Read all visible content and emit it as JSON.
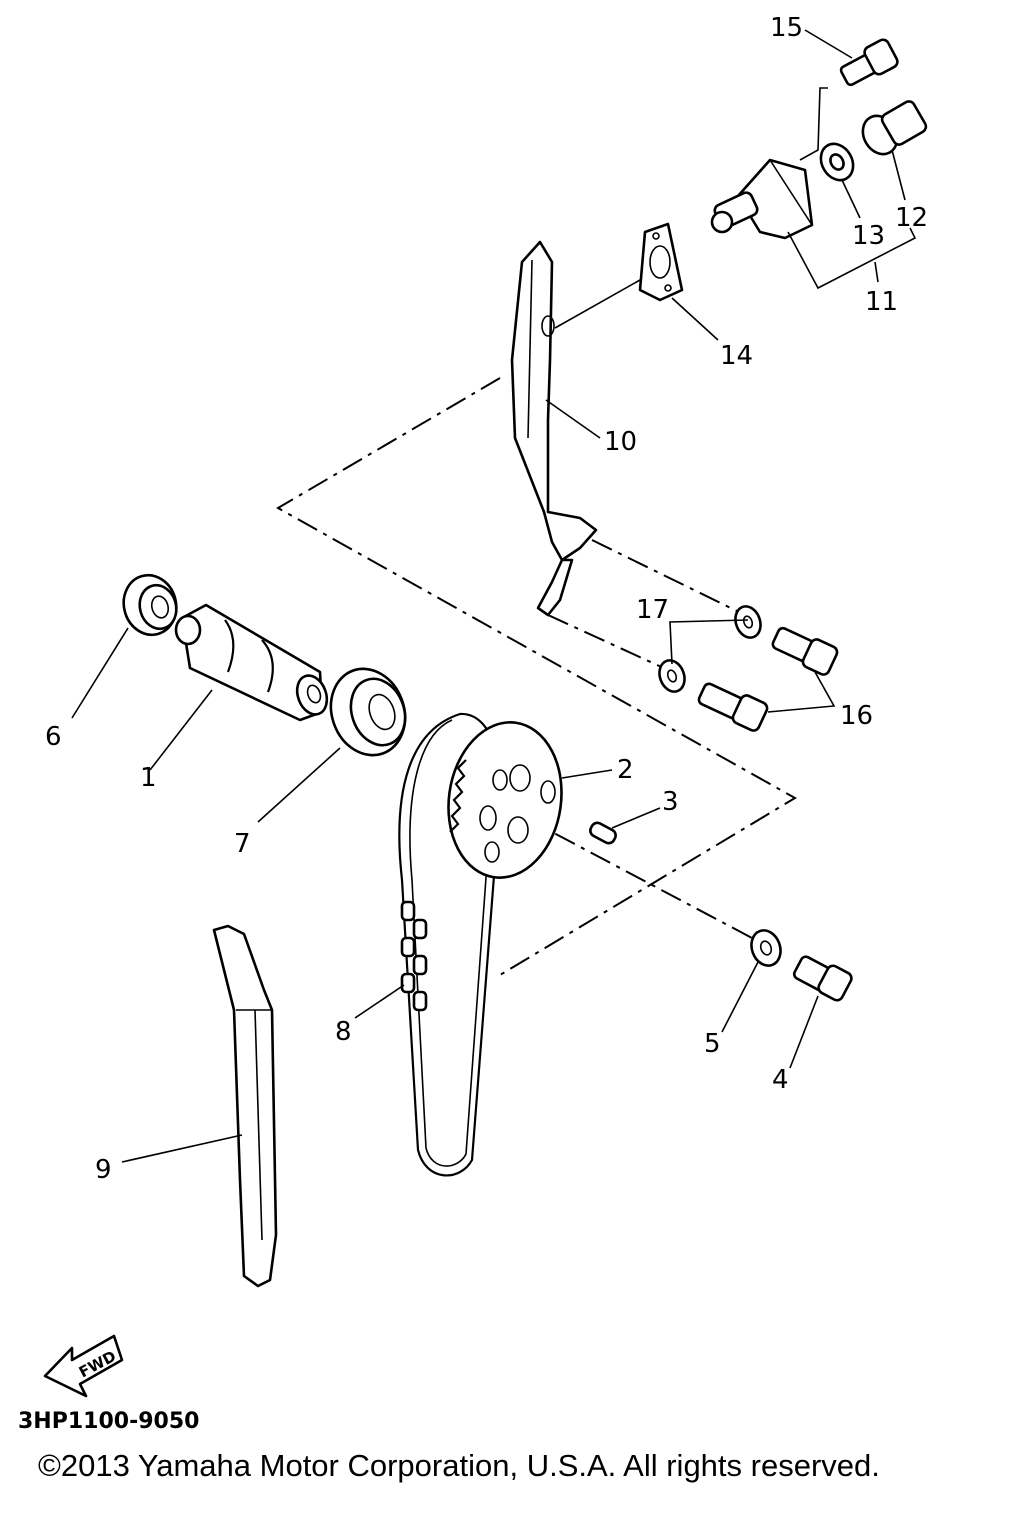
{
  "callouts": [
    "1",
    "2",
    "3",
    "4",
    "5",
    "6",
    "7",
    "8",
    "9",
    "10",
    "11",
    "12",
    "13",
    "14",
    "15",
    "16",
    "17"
  ],
  "fwd_label": "FWD",
  "diagram_code": "3HP1100-9050",
  "copyright": "©2013 Yamaha Motor Corporation, U.S.A. All rights reserved."
}
